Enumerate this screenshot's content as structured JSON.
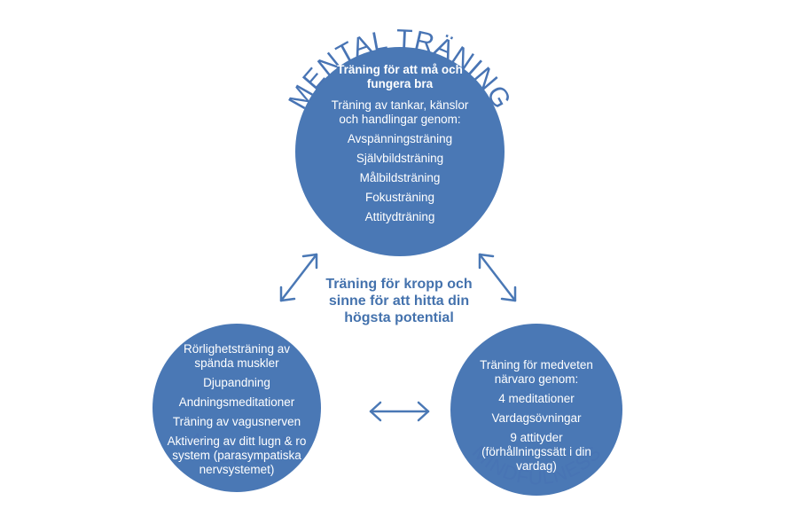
{
  "colors": {
    "circle": "#4a78b5",
    "arrow": "#4a78b5",
    "center_text": "#4472ad",
    "title": "#4874b4"
  },
  "mental": {
    "title": "MENTAL TRÄNING",
    "heading": "Träning för att må och fungera bra",
    "intro": "Träning av tankar, känslor och handlingar genom:",
    "items": [
      "Avspänningsträning",
      "Självbildsträning",
      "Målbildsträning",
      "Fokusträning",
      "Attitydträning"
    ]
  },
  "center": {
    "text": "Träning för kropp och sinne för att hitta din högsta potential"
  },
  "mediyoga": {
    "title": "MEDIYOGA",
    "items": [
      "Rörlighetsträning av spända muskler",
      "Djupandning",
      "Andningsmeditationer",
      "Träning av vagusnerven",
      "Aktivering av ditt lugn & ro system (parasympatiska nervsystemet)"
    ]
  },
  "mindfulness": {
    "title": "MINDFULNESS",
    "intro": "Träning för medveten närvaro genom:",
    "items": [
      "4 meditationer",
      "Vardagsövningar",
      "9 attityder (förhållningssätt i din vardag)"
    ]
  }
}
